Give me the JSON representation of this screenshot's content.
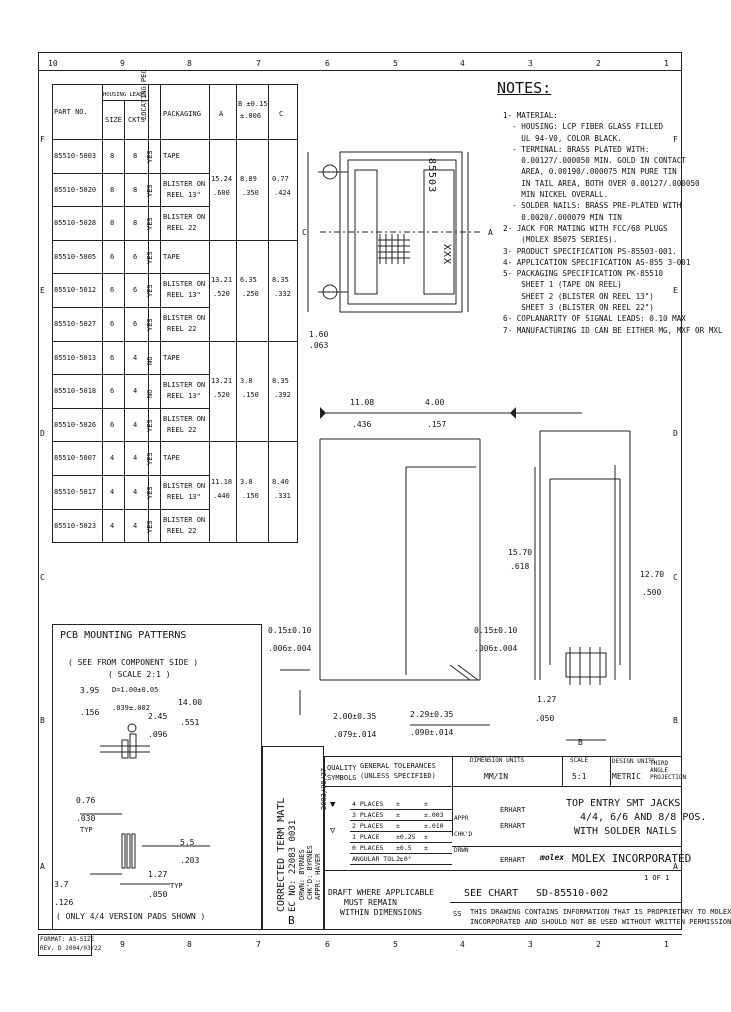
{
  "zones_top": [
    "10",
    "9",
    "8",
    "7",
    "6",
    "5",
    "4",
    "3",
    "2",
    "1"
  ],
  "zones_side": [
    "F",
    "E",
    "D",
    "C",
    "B",
    "A"
  ],
  "table": {
    "headers": {
      "part_no": "PART NO.",
      "housing_leads": "HOUSING LEADS",
      "size": "SIZE",
      "ckts": "CKTS",
      "locating_peg": "LOCATING PEG",
      "packaging": "PACKAGING",
      "a": "A",
      "b_top": "B ±0.15",
      "b_bot": "±.006",
      "c": "C"
    },
    "rows": [
      {
        "part": "85510-5003",
        "size": "8",
        "ckts": "8",
        "peg": "YES",
        "pack1": "TAPE",
        "pack2": ""
      },
      {
        "part": "85510-5020",
        "size": "8",
        "ckts": "8",
        "peg": "YES",
        "pack1": "BLISTER ON",
        "pack2": "REEL 13\""
      },
      {
        "part": "85510-5028",
        "size": "8",
        "ckts": "8",
        "peg": "YES",
        "pack1": "BLISTER ON",
        "pack2": "REEL 22"
      },
      {
        "part": "85510-5005",
        "size": "6",
        "ckts": "6",
        "peg": "YES",
        "pack1": "TAPE",
        "pack2": ""
      },
      {
        "part": "85510-5012",
        "size": "6",
        "ckts": "6",
        "peg": "YES",
        "pack1": "BLISTER ON",
        "pack2": "REEL 13\""
      },
      {
        "part": "85510-5027",
        "size": "6",
        "ckts": "6",
        "peg": "YES",
        "pack1": "BLISTER ON",
        "pack2": "REEL 22"
      },
      {
        "part": "85510-5013",
        "size": "6",
        "ckts": "4",
        "peg": "NO",
        "pack1": "TAPE",
        "pack2": ""
      },
      {
        "part": "85510-5018",
        "size": "6",
        "ckts": "4",
        "peg": "NO",
        "pack1": "BLISTER ON",
        "pack2": "REEL 13\""
      },
      {
        "part": "85510-5026",
        "size": "6",
        "ckts": "4",
        "peg": "YES",
        "pack1": "BLISTER ON",
        "pack2": "REEL 22"
      },
      {
        "part": "85510-5007",
        "size": "4",
        "ckts": "4",
        "peg": "YES",
        "pack1": "TAPE",
        "pack2": ""
      },
      {
        "part": "85510-5017",
        "size": "4",
        "ckts": "4",
        "peg": "YES",
        "pack1": "BLISTER ON",
        "pack2": "REEL 13\""
      },
      {
        "part": "85510-5023",
        "size": "4",
        "ckts": "4",
        "peg": "YES",
        "pack1": "BLISTER ON",
        "pack2": "REEL 22"
      }
    ],
    "groups": [
      {
        "a1": "15.24",
        "a2": ".600",
        "b1": "8.89",
        "b2": ".350",
        "c1": "0.77",
        "c2": ".424"
      },
      {
        "a1": "13.21",
        "a2": ".520",
        "b1": "6.35",
        "b2": ".250",
        "c1": "8.35",
        "c2": ".332"
      },
      {
        "a1": "13.21",
        "a2": ".520",
        "b1": "3.8",
        "b2": ".150",
        "c1": "8.35",
        "c2": ".392"
      },
      {
        "a1": "11.18",
        "a2": ".440",
        "b1": "3.8",
        "b2": ".150",
        "c1": "8.40",
        "c2": ".331"
      }
    ]
  },
  "notes": {
    "title": "NOTES:",
    "lines": [
      "1- MATERIAL:",
      "  - HOUSING: LCP FIBER GLASS FILLED",
      "    UL 94-V0, COLOR BLACK.",
      "  - TERMINAL: BRASS PLATED WITH:",
      "    0.00127/.000050 MIN. GOLD IN CONTACT",
      "    AREA, 0.00190/.000075 MIN PURE TIN",
      "    IN TAIL AREA, BOTH OVER 0.00127/.000050",
      "    MIN NICKEL OVERALL.",
      "  - SOLDER NAILS: BRASS PRE-PLATED WITH",
      "    0.0020/.000079 MIN TIN",
      "2- JACK FOR MATING WITH FCC/68 PLUGS",
      "    (MOLEX 85075 SERIES).",
      "3- PRODUCT SPECIFICATION PS-85503-001.",
      "4- APPLICATION SPECIFICATION AS-855 3-001",
      "5- PACKAGING SPECIFICATION PK-85510",
      "    SHEET 1 (TAPE ON REEL)",
      "    SHEET 2 (BLISTER ON REEL 13\")",
      "    SHEET 3 (BLISTER ON REEL 22\")",
      "6- COPLANARITY OF SIGNAL LEADS: 0.10 MAX",
      "7- MANUFACTURING ID CAN BE EITHER MG, MXF OR MXL"
    ]
  },
  "top_view": {
    "marking": "85503",
    "marking2": "XXX",
    "dim_a": "A",
    "dim_c": "C",
    "dim_160_1": "1.60",
    "dim_160_2": ".063"
  },
  "side_view": {
    "d_1108_1": "11.08",
    "d_1108_2": ".436",
    "d_400_1": "4.00",
    "d_400_2": ".157",
    "d_1570_1": "15.70",
    "d_1570_2": ".618",
    "d_1270_1": "12.70",
    "d_1270_2": ".500",
    "d_015a_1": "0.15±0.10",
    "d_015a_2": ".006±.004",
    "d_015b_1": "0.15±0.10",
    "d_015b_2": ".006±.004",
    "d_200_1": "2.00±0.35",
    "d_200_2": ".079±.014",
    "d_229_1": "2.29±0.35",
    "d_229_2": ".090±.014",
    "d_127_1": "1.27",
    "d_127_2": ".050",
    "dim_b": "B"
  },
  "pcb": {
    "title": "PCB MOUNTING PATTERNS",
    "sub1": "( SEE FROM COMPONENT SIDE )",
    "sub2": "( SCALE 2:1 )",
    "d_395_1": "3.95",
    "d_395_2": ".156",
    "d_d40_1": "D=1.00±0.05",
    "d_d40_2": ".039±.002",
    "d_245_1": "2.45",
    "d_245_2": ".096",
    "d_1400_1": "14.00",
    "d_1400_2": ".551",
    "d_076_1": "0.76",
    "d_076_2": ".030",
    "typ": "TYP",
    "d_55_1": "5.5",
    "d_55_2": ".203",
    "d_127_1": "1.27",
    "d_127_2": ".050",
    "typ2": "TYP",
    "d_37_1": "3.7",
    "d_37_2": ".126",
    "note": "( ONLY 4/4 VERSION PADS SHOWN )"
  },
  "revision": {
    "l1": "CORRECTED TERM MATL",
    "l2": "EC NO: 22083 0031",
    "l3": "DRWN: BYRNES",
    "l4": "CHK'D: BYRNES",
    "l5": "APPR: HAVER",
    "l6": "2003/08/27",
    "letter": "B"
  },
  "title_block": {
    "qual": "QUALITY",
    "symbols": "SYMBOLS",
    "gen_tol": "GENERAL TOLERANCES",
    "unless": "(UNLESS SPECIFIED)",
    "dim_units_lbl": "DIMENSION UNITS",
    "dim_units": "MM/IN",
    "scale_lbl": "SCALE",
    "scale": "5:1",
    "design_units_lbl": "DESIGN UNITS",
    "design_units": "METRIC",
    "angle": "THIRD ANGLE PROJECTION",
    "tol_rows": [
      {
        "k": "4 PLACES",
        "v1": "±",
        "v2": "±"
      },
      {
        "k": "3 PLACES",
        "v1": "±",
        "v2": "±.003"
      },
      {
        "k": "2 PLACES",
        "v1": "±",
        "v2": "±.010"
      },
      {
        "k": "1 PLACE",
        "v1": "±0.25",
        "v2": "±"
      },
      {
        "k": "0 PLACES",
        "v1": "±0.5",
        "v2": "±"
      },
      {
        "k": "ANGULAR TOL ±",
        "v1": "2.0°",
        "v2": ""
      }
    ],
    "drwn": "DRWN",
    "drwn_by": "ERHART",
    "chk": "CHK'D",
    "chk_by": "ERHART",
    "appr": "APPR",
    "appr_by": "ERHART",
    "title1": "TOP ENTRY SMT JACKS",
    "title2": "4/4, 6/6 AND 8/8 POS.",
    "title3": "WITH SOLDER NAILS",
    "company": "MOLEX INCORPORATED",
    "logo": "molex",
    "sheet": "1 OF 1",
    "draft": "DRAFT WHERE APPLICABLE",
    "must": "MUST REMAIN",
    "within": "WITHIN DIMENSIONS",
    "see_chart": "SEE CHART",
    "doc_no": "SD-85510-002",
    "prop1": "THIS DRAWING CONTAINS INFORMATION THAT IS PROPRIETARY TO MOLEX",
    "prop2": "INCORPORATED AND SHOULD NOT BE USED WITHOUT WRITTEN PERMISSION",
    "ss": "SS"
  },
  "footer": {
    "l1": "FORMAT: A3-SIZE",
    "l2": "REV. D 2004/03/22"
  }
}
